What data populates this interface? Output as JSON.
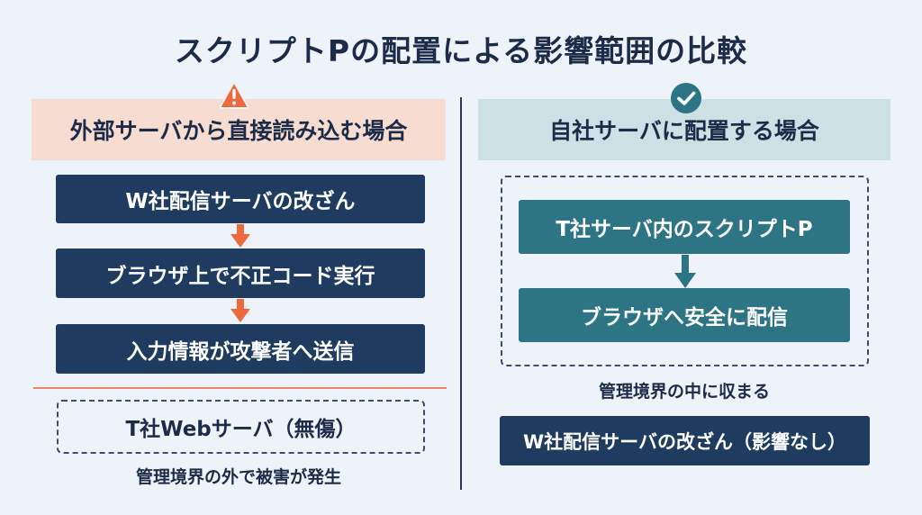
{
  "title": "スクリプトPの配置による影響範囲の比較",
  "left": {
    "header": "外部サーバから直接読み込む場合",
    "steps": [
      "W社配信サーバの改ざん",
      "ブラウザ上で不正コード実行",
      "入力情報が攻撃者へ送信"
    ],
    "boundary_label": "T社Webサーバ（無傷）",
    "caption": "管理境界の外で被害が発生"
  },
  "right": {
    "header": "自社サーバに配置する場合",
    "steps": [
      "T社サーバ内のスクリプトP",
      "ブラウザへ安全に配信"
    ],
    "caption": "管理境界の中に収まる",
    "bottom_box": "W社配信サーバの改ざん（影響なし）"
  },
  "colors": {
    "navy": "#1f3b60",
    "teal": "#2d7585",
    "warning_orange": "#ec6a3c",
    "left_banner_bg": "#f7dcd2",
    "right_banner_bg": "#cde0e6"
  },
  "icons": {
    "left": "warning-triangle-icon",
    "right": "check-circle-icon"
  }
}
